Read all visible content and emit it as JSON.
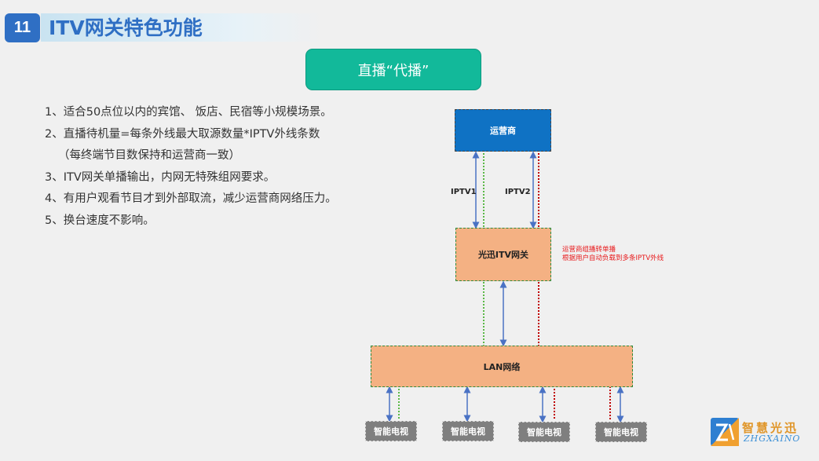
{
  "header": {
    "number": "11",
    "title": "ITV网关特色功能"
  },
  "mode_label": "直播“代播”",
  "features": [
    "1、适合50点位以内的宾馆、 饭店、民宿等小规模场景。",
    "2、直播待机量=每条外线最大取源数量*IPTV外线条数",
    "（每终端节目数保持和运营商一致）",
    "3、ITV网关单播输出，内网无特殊组网要求。",
    "4、有用户观看节目才到外部取流，减少运营商网络压力。",
    "5、换台速度不影响。"
  ],
  "diagram": {
    "carrier": "运营商",
    "iptv1": "IPTV1",
    "iptv2": "IPTV2",
    "gateway": "光迅ITV网关",
    "note_line1": "运营商组播转单播",
    "note_line2": "根据用户自动负载到多条IPTV外线",
    "lan": "LAN网络",
    "tv_label": "智能电视"
  },
  "logo": {
    "cn": "智慧光迅",
    "en": "ZHGXAINO"
  },
  "colors": {
    "accent_blue": "#2f6fc4",
    "pill_green": "#12b99a",
    "node_orange": "#f4b183",
    "carrier_blue": "#0f72c4",
    "tv_gray": "#7f7f7f",
    "arrow_blue": "#4a72c4",
    "path_green": "#5ab846",
    "path_red": "#c00000"
  }
}
